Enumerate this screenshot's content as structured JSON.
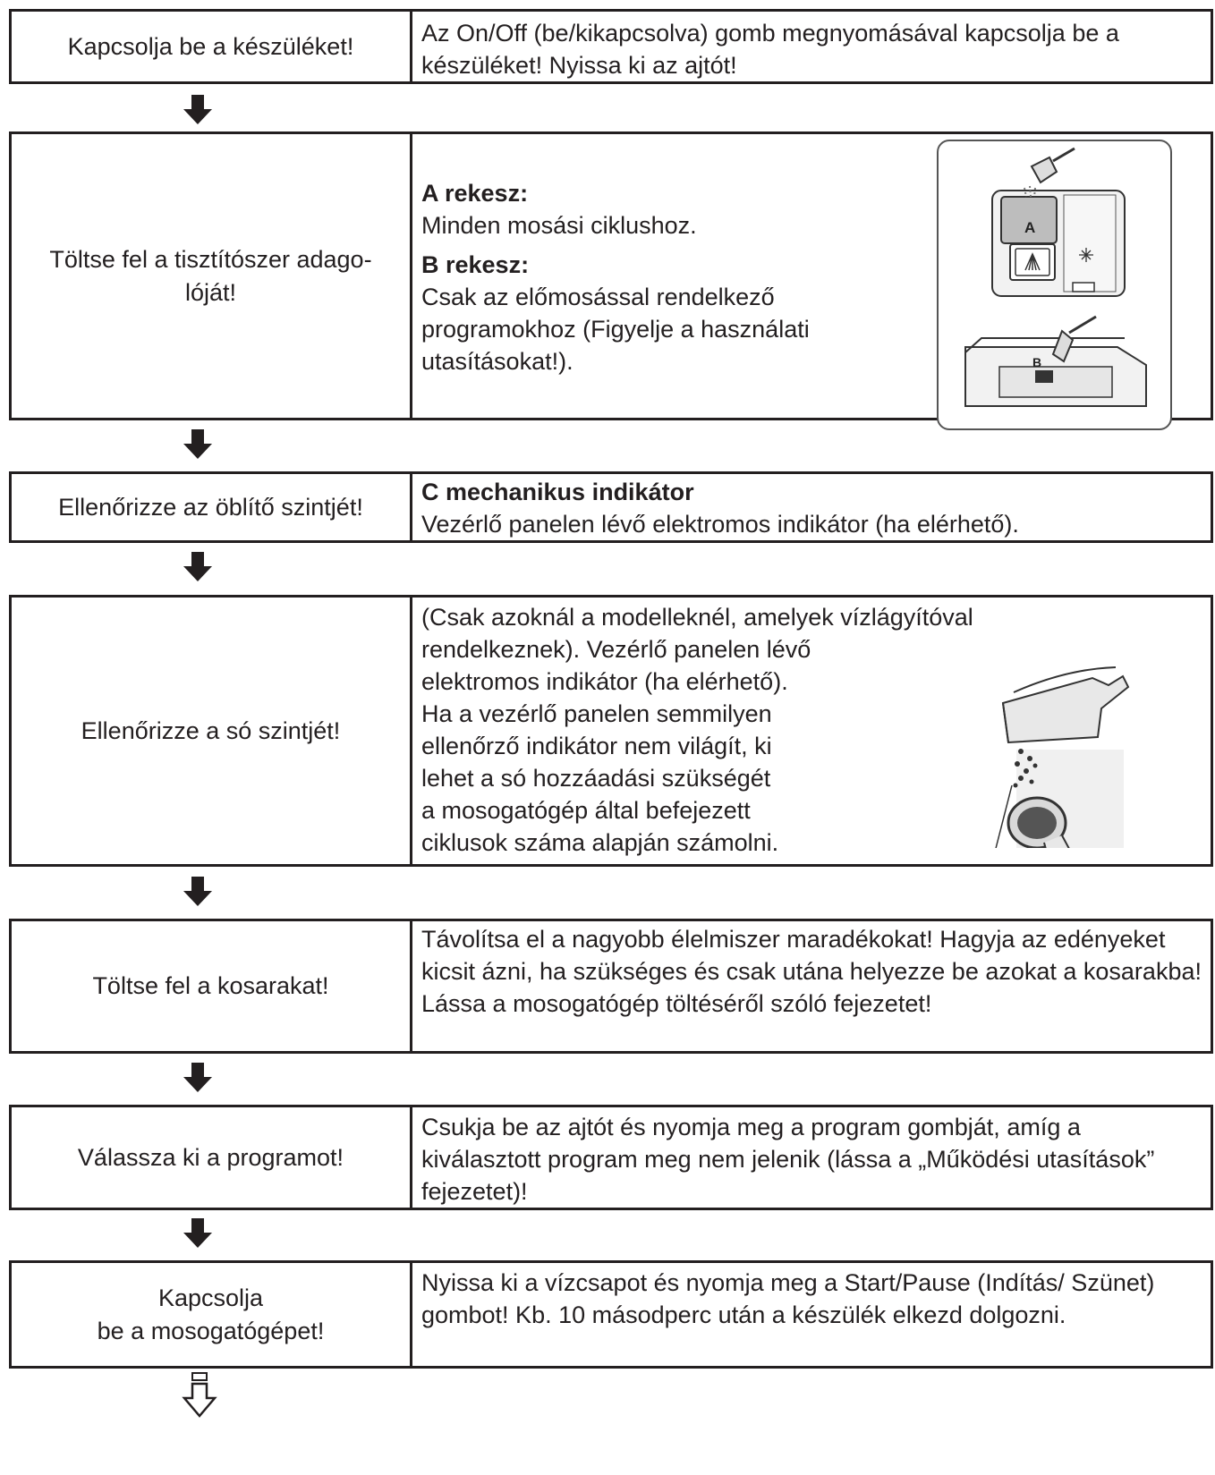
{
  "steps": [
    {
      "left": "Kapcsolja be a készüléket!",
      "right": "Az On/Off (be/kikapcsolva) gomb megnyomásával kapcsolja be a készüléket! Nyissa ki az ajtót!"
    },
    {
      "left": "Töltse fel a tisztítószer adago-\nlóját!",
      "a_title": "A rekesz:",
      "a_text": "Minden mosási ciklushoz.",
      "b_title": "B rekesz:",
      "b_text_1": "Csak az előmosással rendelkező",
      "b_text_2": "programokhoz (Figyelje a használati",
      "b_text_3": "utasításokat!).",
      "figure_labels": {
        "a": "A",
        "b": "B"
      }
    },
    {
      "left": "Ellenőrizze az öblítő szintjét!",
      "title": "C mechanikus indikátor",
      "text": "Vezérlő panelen lévő elektromos indikátor (ha elérhető)."
    },
    {
      "left": "Ellenőrizze a só szintjét!",
      "line1": "(Csak azoknál a modelleknél, amelyek vízlágyítóval",
      "line2": "rendelkeznek). Vezérlő panelen lévő",
      "line3": "elektromos indikátor (ha elérhető).",
      "line4": "Ha a vezérlő panelen semmilyen",
      "line5": "ellenőrző indikátor nem világít, ki",
      "line6": "lehet a só hozzáadási szükségét",
      "line7": "a mosogatógép által befejezett",
      "line8": "ciklusok száma alapján számolni."
    },
    {
      "left": "Töltse fel a kosarakat!",
      "right": "Távolítsa el a nagyobb élelmiszer maradékokat! Hagyja az edényeket kicsit ázni, ha szükséges és csak utána helyezze be azokat a kosarakba! Lássa a mosogatógép töltéséről szóló fejezetet!"
    },
    {
      "left": "Válassza ki a programot!",
      "right": "Csukja be az ajtót és nyomja meg a program gombját, amíg a kiválasztott program meg nem jelenik (lássa a „Működési utasítások” fejezetet)!"
    },
    {
      "left": "Kapcsolja\nbe a mosogatógépet!",
      "right": "Nyissa ki a vízcsapot és nyomja meg a Start/Pause (Indítás/ Szünet) gombot! Kb. 10 másodperc után a készülék elkezd dolgozni."
    }
  ],
  "icons": {
    "step_arrow": "down-arrow-icon",
    "end_arrow": "outline-down-arrow-icon",
    "detergent": "detergent-dispenser-illustration",
    "salt": "salt-refill-illustration"
  }
}
